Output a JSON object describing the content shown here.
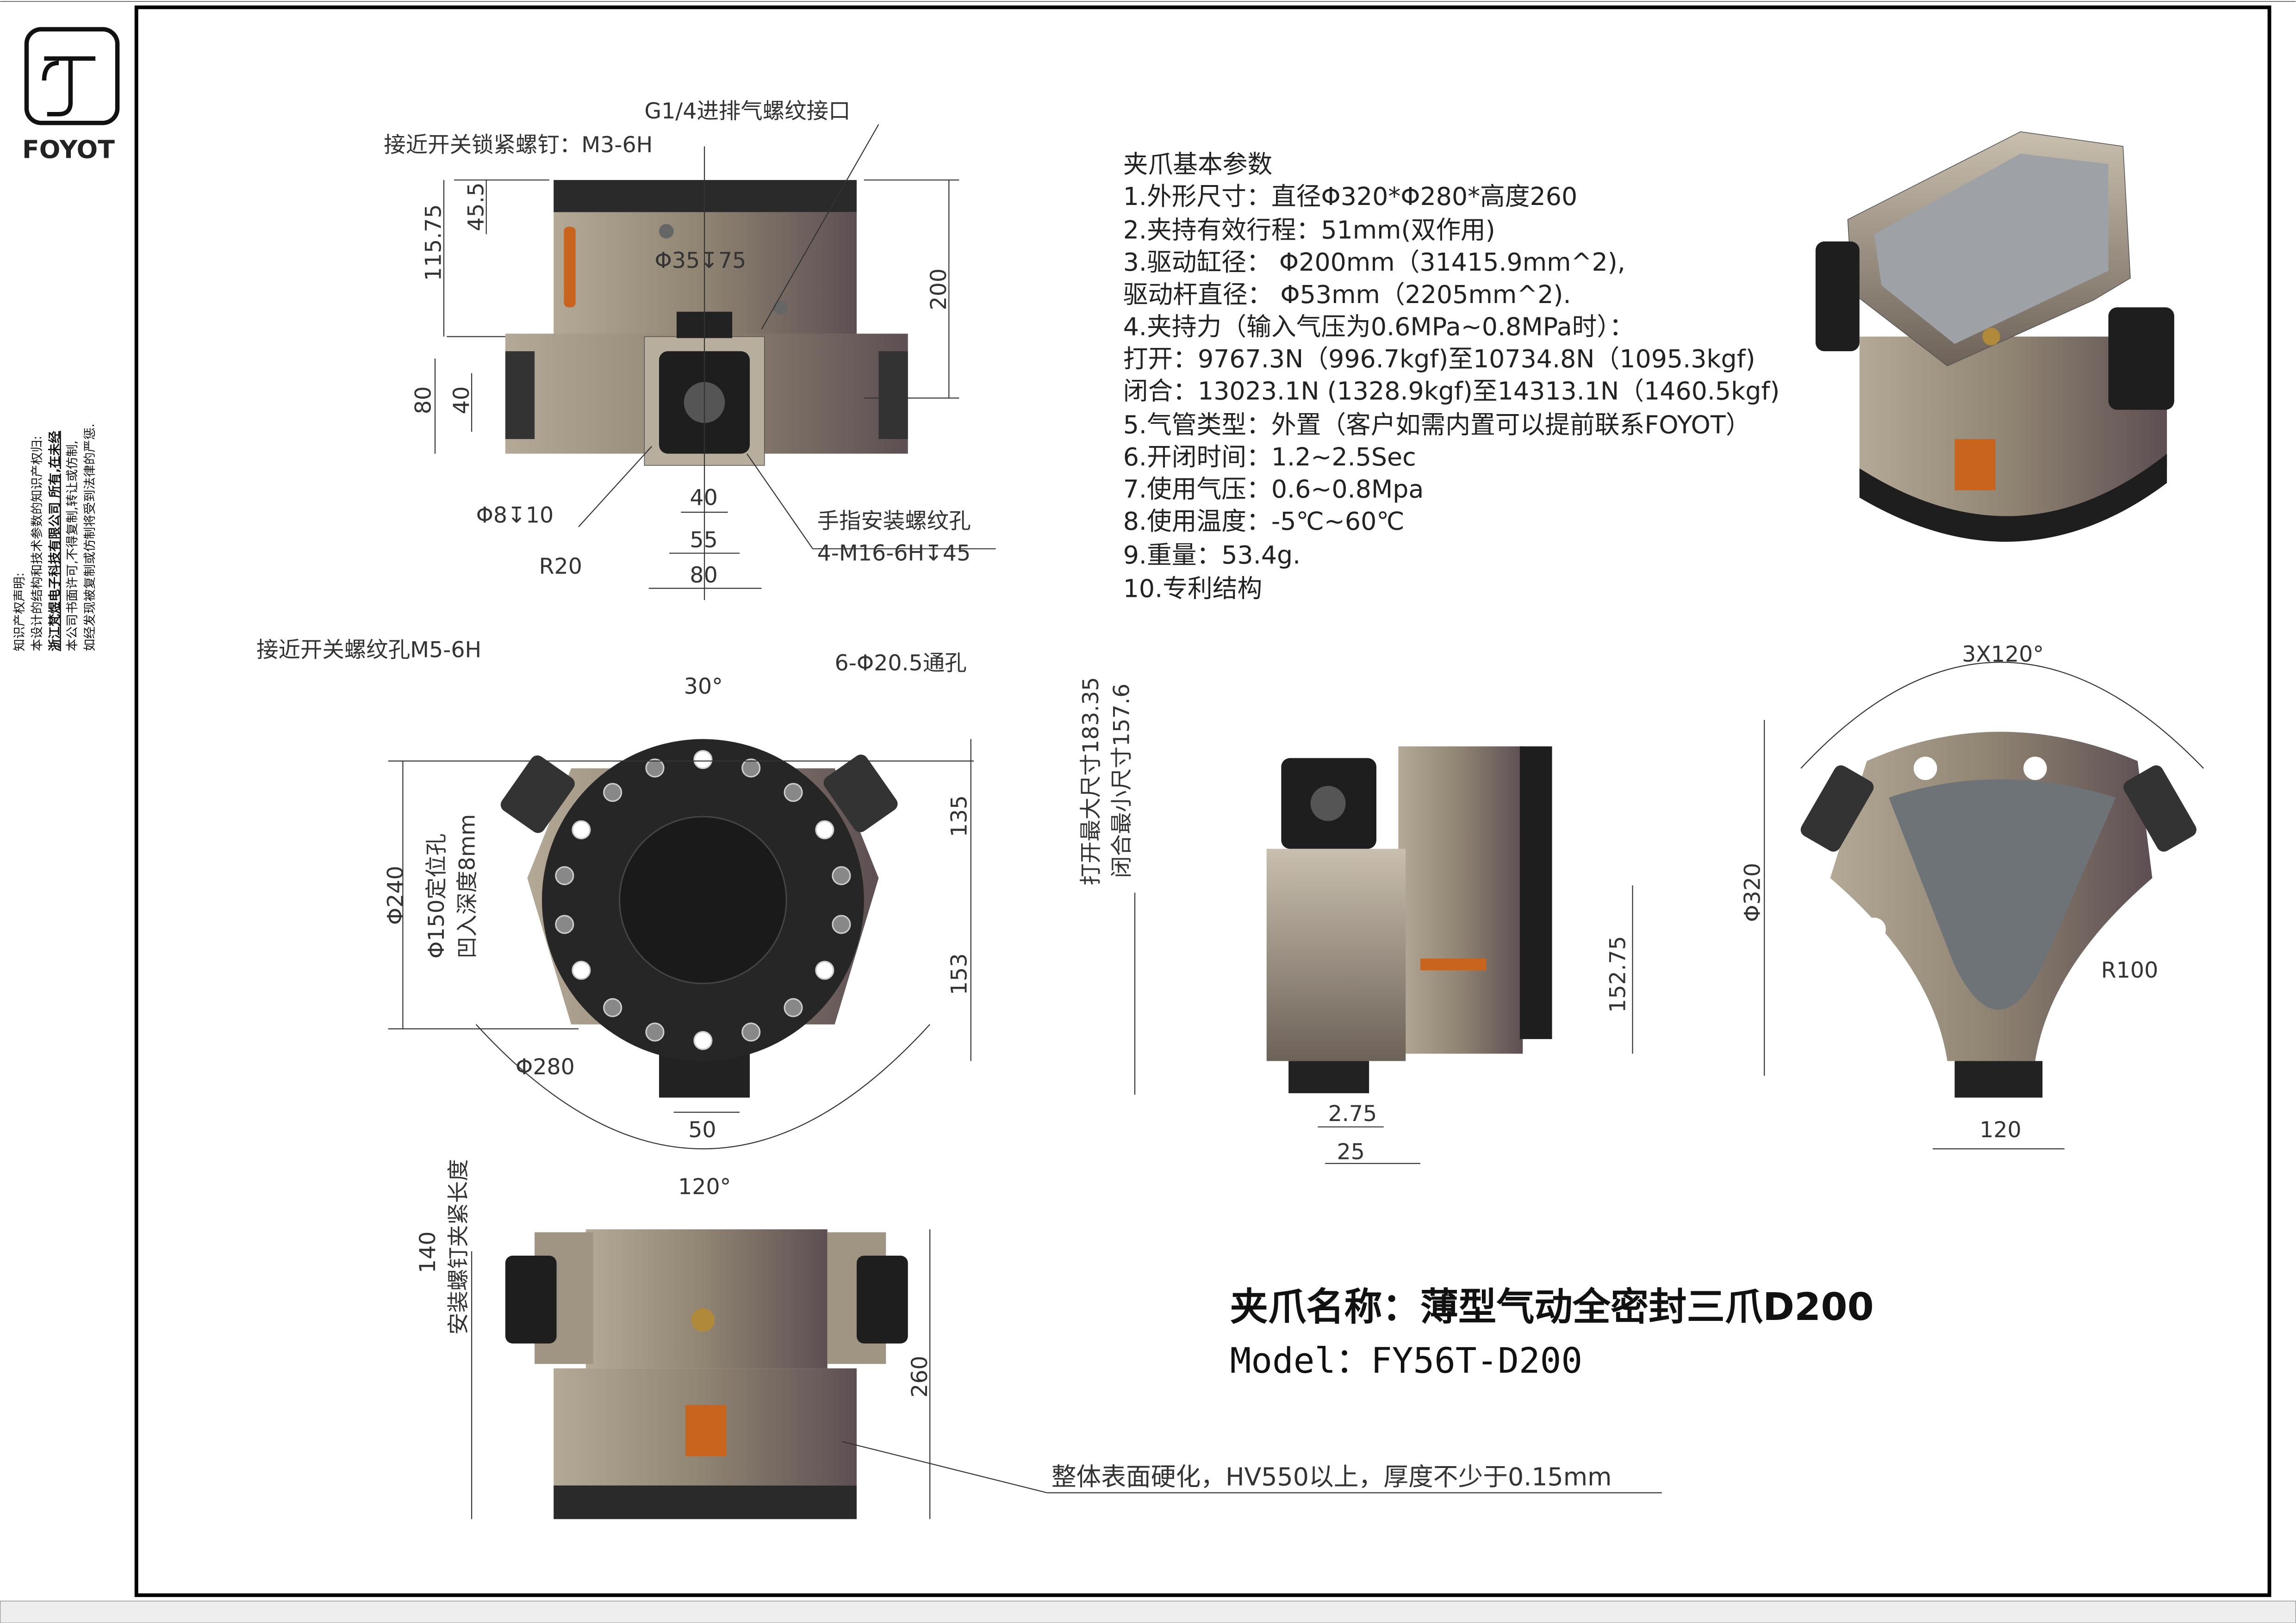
{
  "logo": {
    "brand": "FOYOT",
    "icon": "foyot-logo-icon"
  },
  "copyright_notice": [
    "知识产权声明:",
    "本设计的结构和技术参数的知识产权归:",
    "浙江梵煜电子科技有限公司 所有,在未经",
    "本公司书面许可,不得复制,转让或仿制,",
    "如经发现被复制或仿制将受到法律的严惩."
  ],
  "specs": {
    "heading": "夹爪基本参数",
    "lines": [
      "1.外形尺寸：直径Φ320*Φ280*高度260",
      "2.夹持有效行程：51mm(双作用)",
      "3.驱动缸径： Φ200mm（31415.9mm^2),",
      "驱动杆直径： Φ53mm（2205mm^2).",
      "4.夹持力（输入气压为0.6MPa~0.8MPa时）：",
      "打开：9767.3N（996.7kgf)至10734.8N（1095.3kgf)",
      "闭合：13023.1N (1328.9kgf)至14313.1N（1460.5kgf)",
      "5.气管类型：外置（客户如需内置可以提前联系FOYOT）",
      "6.开闭时间：1.2~2.5Sec",
      "7.使用气压：0.6~0.8Mpa",
      "8.使用温度：-5℃~60℃",
      "9.重量：53.4g.",
      "10.专利结构"
    ]
  },
  "front_view": {
    "port_label": "G1/4进排气螺纹接口",
    "screw_label": "接近开关锁紧螺钉：M3-6H",
    "d45_5": "45.5",
    "d115_75": "115.75",
    "bore": "Φ35↧75",
    "d200": "200",
    "d80": "80",
    "d40": "40",
    "w40": "40",
    "w55": "55",
    "w80": "80",
    "hole": "Φ8↧10",
    "radius": "R20",
    "finger_label": "手指安装螺纹孔",
    "finger_spec": "4-M16-6H↧45"
  },
  "bottom_view": {
    "switch_hole": "接近开关螺纹孔M5-6H",
    "angle30": "30°",
    "through_holes": "6-Φ20.5通孔",
    "d240": "Φ240",
    "locate": "Φ150定位孔",
    "depth": "凹入深度8mm",
    "d135": "135",
    "d153": "153",
    "d280": "Φ280",
    "w50": "50",
    "angle120": "120°"
  },
  "side_view": {
    "open_max": "打开最大尺寸183.35",
    "close_min": "闭合最小尺寸157.6",
    "d152_75": "152.75",
    "d2_75": "2.75",
    "d25": "25"
  },
  "top_view": {
    "angle": "3X120°",
    "d320": "Φ320",
    "r100": "R100",
    "w120": "120"
  },
  "rear_view": {
    "d140": "140",
    "clamp_len": "安装螺钉夹紧长度",
    "d260": "260",
    "hardening": "整体表面硬化，HV550以上，厚度不少于0.15mm"
  },
  "title_block": {
    "name": "夹爪名称：薄型气动全密封三爪D200",
    "model": "Model：FY56T-D200"
  },
  "colors": {
    "body": "#8a7f70",
    "dark": "#222222",
    "plate": "#6e7378",
    "accent": "#c8641e"
  }
}
